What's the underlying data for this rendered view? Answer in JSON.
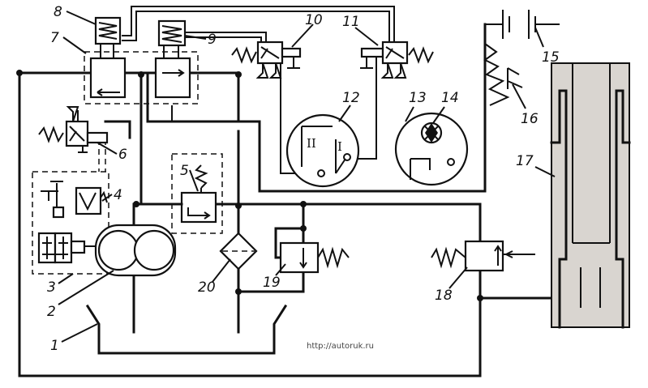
{
  "labels": {
    "l1": "1",
    "l2": "2",
    "l3": "3",
    "l4": "4",
    "l5": "5",
    "l6": "6",
    "l7": "7",
    "l8": "8",
    "l9": "9",
    "l10": "10",
    "l11": "11",
    "l12": "12",
    "l13": "13",
    "l14": "14",
    "l15": "15",
    "l16": "16",
    "l17": "17",
    "l18": "18",
    "l19": "19",
    "l20": "20"
  },
  "gauge_marks": {
    "mark_ii": "II",
    "mark_i": "I"
  },
  "watermark": "http://autoruk.ru"
}
